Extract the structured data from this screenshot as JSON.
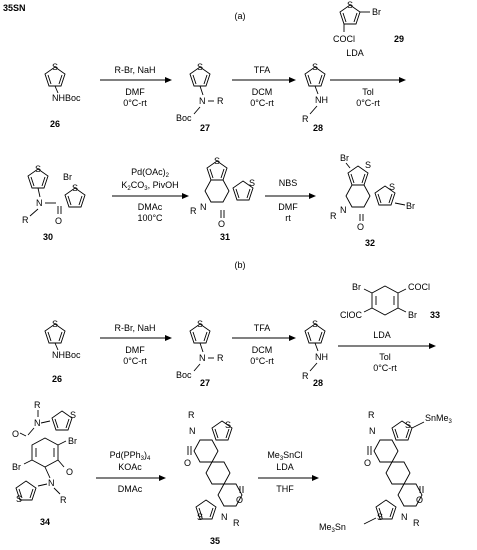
{
  "scheme_id": "35SN",
  "panel_a": {
    "label": "(a)",
    "compounds": {
      "c26": {
        "number": "26",
        "substituent": "NHBoc"
      },
      "c27": {
        "number": "27",
        "boc": "Boc",
        "n": "N",
        "r": "R"
      },
      "c28": {
        "number": "28",
        "nh": "NH",
        "r": "R"
      },
      "c29": {
        "number": "29",
        "br": "Br",
        "cocl": "COCl"
      },
      "c30": {
        "number": "30",
        "br": "Br",
        "n": "N",
        "r": "R",
        "o": "O"
      },
      "c31": {
        "number": "31",
        "r": "R",
        "n": "N",
        "o": "O"
      },
      "c32": {
        "number": "32",
        "br_top": "Br",
        "br_right": "Br",
        "r": "R",
        "n": "N",
        "o": "O"
      }
    },
    "arrows": [
      {
        "above": "R-Br, NaH",
        "below1": "DMF",
        "below2": "0°C-rt"
      },
      {
        "above": "TFA",
        "below1": "DCM",
        "below2": "0°C-rt"
      },
      {
        "above": "LDA",
        "below1": "Tol",
        "below2": "0°C-rt"
      },
      {
        "above1": "Pd(OAc)",
        "above1_sub": "2",
        "above2": "K",
        "above2_sub1": "2",
        "above2_mid": "CO",
        "above2_sub2": "3",
        "above2_end": ", PivOH",
        "below1": "DMAc",
        "below2": "100°C"
      },
      {
        "above": "NBS",
        "below1": "DMF",
        "below2": "rt"
      }
    ]
  },
  "panel_b": {
    "label": "(b)",
    "compounds": {
      "c26": {
        "number": "26",
        "substituent": "NHBoc"
      },
      "c27": {
        "number": "27",
        "boc": "Boc",
        "n": "N",
        "r": "R"
      },
      "c28": {
        "number": "28",
        "nh": "NH",
        "r": "R"
      },
      "c33": {
        "number": "33",
        "br1": "Br",
        "br2": "Br",
        "cocl1": "COCl",
        "cocl2": "ClOC"
      },
      "c34": {
        "number": "34",
        "r1": "R",
        "r2": "R",
        "n1": "N",
        "n2": "N",
        "br1": "Br",
        "br2": "Br",
        "o1": "O",
        "o2": "O"
      },
      "c35": {
        "number": "35",
        "r1": "R",
        "r2": "R",
        "n1": "N",
        "n2": "N",
        "o1": "O",
        "o2": "O"
      },
      "c36": {
        "r1": "R",
        "r2": "R",
        "n1": "N",
        "n2": "N",
        "o1": "O",
        "o2": "O",
        "sn1": "SnMe",
        "sn1_sub": "3",
        "sn2": "Me",
        "sn2_sub": "3",
        "sn2_end": "Sn"
      }
    },
    "arrows": [
      {
        "above": "R-Br, NaH",
        "below1": "DMF",
        "below2": "0°C-rt"
      },
      {
        "above": "TFA",
        "below1": "DCM",
        "below2": "0°C-rt"
      },
      {
        "above": "LDA",
        "below1": "Tol",
        "below2": "0°C-rt"
      },
      {
        "above1": "Pd(PPh",
        "above1_sub": "3",
        "above1_end": ")",
        "above1_sub2": "4",
        "above2": "KOAc",
        "below1": "DMAc"
      },
      {
        "above1": "Me",
        "above1_sub": "3",
        "above1_end": "SnCl",
        "above2": "LDA",
        "below1": "THF"
      }
    ]
  },
  "atoms": {
    "s": "S"
  }
}
